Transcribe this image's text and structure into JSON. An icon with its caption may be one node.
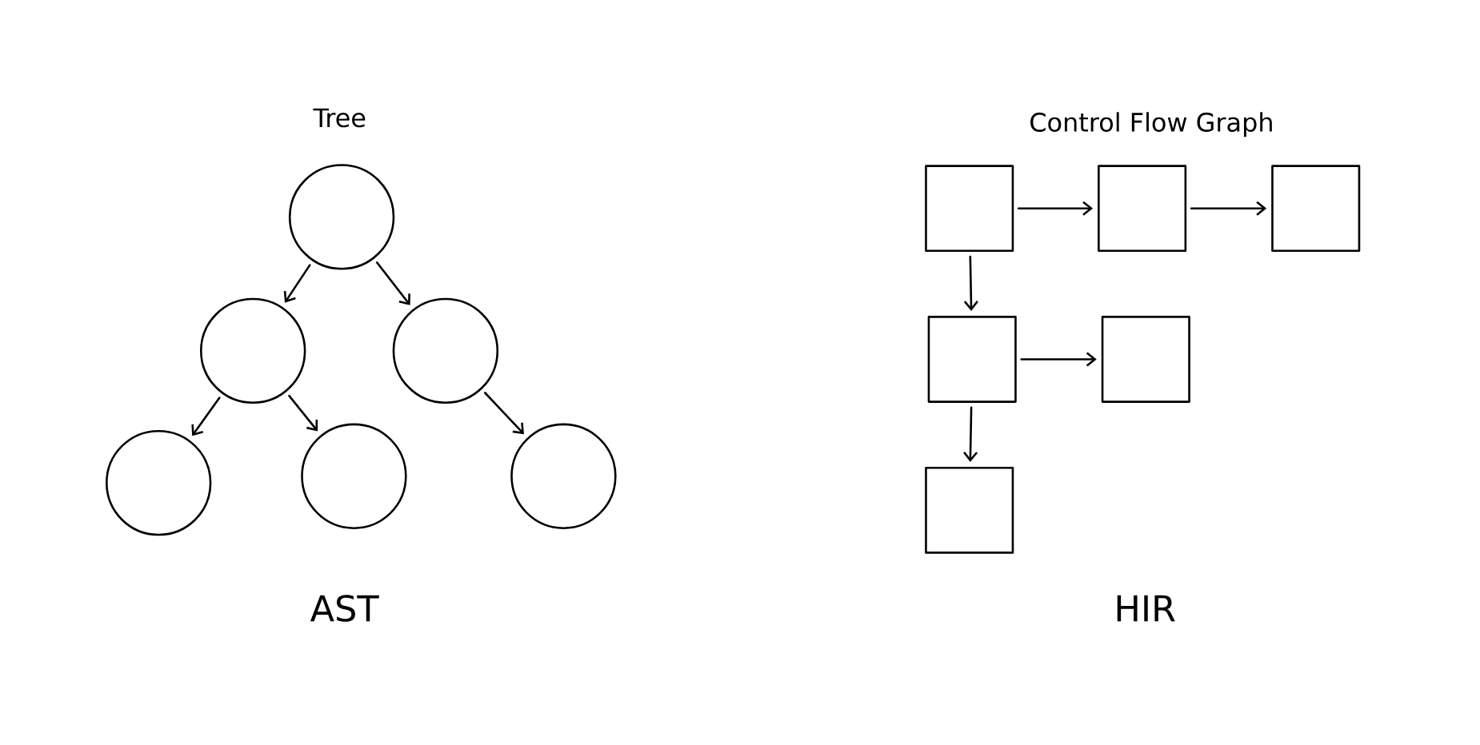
{
  "diagram": {
    "nodes": [
      {
        "text": [],
        "shape": "circle"
      },
      {
        "text": [],
        "shape": "circle"
      },
      {
        "text": [],
        "shape": "circle"
      },
      {
        "text": [],
        "shape": "circle"
      },
      {
        "text": [],
        "shape": "circle"
      },
      {
        "text": [],
        "shape": "circle"
      },
      {
        "text": [],
        "shape": "box"
      },
      {
        "text": [],
        "shape": "box"
      },
      {
        "text": [],
        "shape": "box"
      },
      {
        "text": [],
        "shape": "box"
      },
      {
        "text": [],
        "shape": "box"
      },
      {
        "text": [],
        "shape": "box"
      }
    ],
    "edges": [
      {
        "from": 0,
        "to": 1,
        "arrow": "to"
      },
      {
        "from": 0,
        "to": 2,
        "arrow": "to"
      },
      {
        "from": 1,
        "to": 3,
        "arrow": "to"
      },
      {
        "from": 1,
        "to": 4,
        "arrow": "to"
      },
      {
        "from": 2,
        "to": 5,
        "arrow": "to"
      },
      {
        "from": 6,
        "to": 7,
        "arrow": "to"
      },
      {
        "from": 7,
        "to": 8,
        "arrow": "to"
      },
      {
        "from": 6,
        "to": 9,
        "arrow": "to"
      },
      {
        "from": 9,
        "to": 10,
        "arrow": "to"
      },
      {
        "from": 9,
        "to": 11,
        "arrow": "to"
      }
    ],
    "labels": [
      "Tree",
      "Control Flow Graph",
      "AST",
      "HIR"
    ]
  }
}
